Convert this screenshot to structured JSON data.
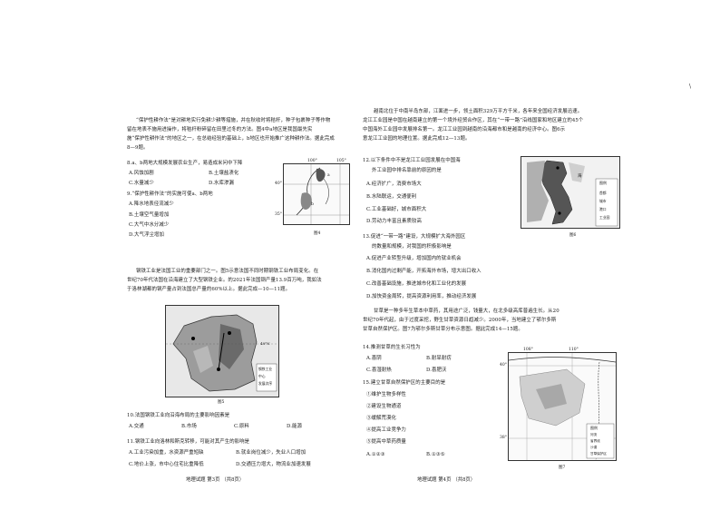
{
  "left": {
    "intro_lines": [
      "“保护性耕作法”是对耕地实行免耕少耕等措施，并在秋收时将秸秆，种子包裹种子等作物",
      "留在地表不施用进操作，将秸秆粉碎留在田里过冬的方法。图4中a地区是我国最先实",
      "施“保护性耕作法”的地区之一，在总结经验的基础上，b地区也开始推广这种耕作法。据此完成",
      "8—9题。"
    ],
    "q8": "8.a、b两地大规模发展农业生产，易造成米问中下降",
    "q8_a": "A.风蚀加剧",
    "q8_b": "B.土壤盐渍化",
    "q8_c": "C.水量减少",
    "q8_d": "D.水库渗漏",
    "q9": "9.“保护性耕作法”的实施可使a、b两地",
    "q9_a": "A.降水地表径流减少",
    "q9_b": "B.土壤空气量增加",
    "q9_c": "C.大气中水分减少",
    "q9_d": "D.大气浮尘增加",
    "fig4_caption": "图4",
    "fig4_lon": "100°",
    "fig4_lon2": "105°",
    "fig4_lat": "40°",
    "fig4_lat2": "35°",
    "fig4_a": "a",
    "fig4_b": "b",
    "steel_lines": [
      "钢铁工业是法国工业的重要部门之一。图5示意法国不同时期钢铁工业布局变化。在",
      "世纪70年代法国在沿海建立了大型钢铁企业。的2021年法国钢产量13.9百万吨，我如法",
      "于洛林湖都的钢产量占到法国总产量的60%以上。据此完成—10—11题。"
    ],
    "fig5_caption": "图5",
    "fig5_legend": [
      "钢铁工业",
      "中心",
      "发展次序"
    ],
    "fig5_lat": "48°N",
    "q10": "10.法国钢铁工业向沿海布局的主要影响因素是",
    "q10_a": "A.交通",
    "q10_b": "B.市场",
    "q10_c": "C.原料",
    "q10_d": "D.能源",
    "q11": "11.钢铁工业向洛林和斯克转移，可能对其产生的影响是",
    "q11_a": "A.工业污染加重，水资源严重短缺",
    "q11_b": "B.就业岗位减少，失业人口增加",
    "q11_c": "C.地价上涨，市中心住宅比重降低",
    "q11_d": "D.交通压力增大，物流业加速发展",
    "footer": "地理试题  第3页  （共8页）"
  },
  "right": {
    "intro_lines": [
      "越南北位于中南半岛东部，江面进一步，领土面积329万平方千米，各年来全国经济发展迅速。",
      "龙江工业园是中国在越南建立的第一个境外经贸合作区，其在“一带一路”沿线国家和地区建立的45个",
      "中国海外工业园中发展排名第一。龙江工业园到越南的沿海都市和是越南的经济中心。图6示",
      "意龙江工业园的地理位置。据此完成12—13题。"
    ],
    "q12": "12.以下条件中不是龙江工业园发展在中国海",
    "q12_cont": "外工业园中排名靠前的原因的是",
    "q12_a": "A.经济扩广，消费市场大",
    "q12_b": "B.水陆联运，交通便利",
    "q12_c": "C.工业基础好，城市面积大",
    "q12_d": "D.劳动力丰富且素质较高",
    "fig6_caption": "图6",
    "fig6_sea": "海",
    "fig6_legend_title": "图例",
    "fig6_legend": [
      "首都",
      "城市",
      "港口",
      "工业园"
    ],
    "q13": "13.促进“一带一路”建设，大规模扩大海外园区",
    "q13_cont": "的数量和规模，对我国的积极影响是",
    "q13_a": "A.促进产业转型升级，增加国内的就业机会",
    "q13_b": "B.消化国内过剩产能，开拓海外市场，增大出口收入",
    "q13_c": "C.改善基础设施，推进城市化和工业化的发展",
    "q13_d": "D.加快资金周转，提高资源利用率，推动经济发展",
    "gancao_lines": [
      "甘草是一种多年生草本中草药，其用途广泛，钱量大，在北多级高库普遍生长。从20",
      "世纪70年代起，由于过度采挖，野生甘草资源日趋减少。‌2000年，当地建立了鄂尔多斯",
      "甘草自然保护区。图7为鄂尔多斯甘草分布示意图。据此完成14—15题。"
    ],
    "q14": "14.推测甘草的生长习性为",
    "q14_a": "A.喜阴",
    "q14_b": "B.耐旱耐疠",
    "q14_c": "C.喜湿耐热",
    "q14_d": "D.喜肥沃",
    "q15": "15.建立甘草自然保护区的主要目的是",
    "q15_o1": "①维护生物多样性",
    "q15_o2": "②建设生物通道",
    "q15_o3": "③缓解荒漠化",
    "q15_o4": "④提高工业竞争力",
    "q15_o5": "⑤提高中草药质量",
    "q15_a": "A.①②③",
    "q15_b": "B.①③⑤",
    "fig7_caption": "图7",
    "fig7_lon1": "108°",
    "fig7_lon2": "110°",
    "fig7_lat1": "40°",
    "fig7_lat2": "38°",
    "fig7_legend_title": "图例",
    "fig7_legend": [
      "河流",
      "省界线",
      "沙漠",
      "甘草保护区"
    ],
    "footer": "地理试题  第4页  （共8页）"
  },
  "margin_mark": "\\"
}
